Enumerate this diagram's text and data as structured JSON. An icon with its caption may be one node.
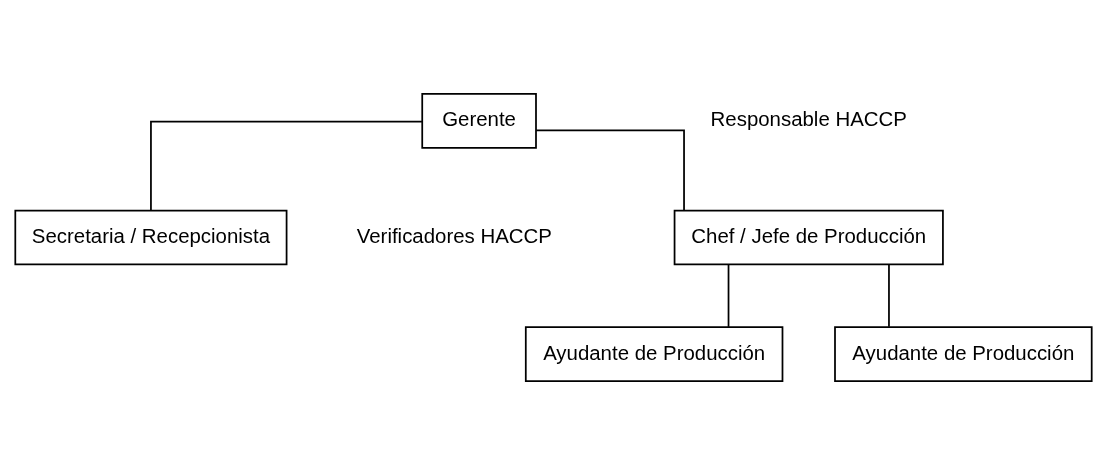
{
  "diagram": {
    "nodes": [
      {
        "text": [
          "Gerente"
        ]
      },
      {
        "text": [
          "Chef / Jefe de Producción"
        ]
      },
      {
        "text": [
          "Secretaria / Recepcionista"
        ]
      },
      {
        "text": [
          "Ayudante de Producción"
        ]
      },
      {
        "text": [
          "Ayudante de Producción"
        ]
      }
    ],
    "edges": [
      {
        "from": 0,
        "to": 1,
        "arrow": "none"
      },
      {
        "from": 0,
        "to": 2,
        "arrow": "none"
      },
      {
        "from": 1,
        "to": 3,
        "arrow": "none"
      },
      {
        "from": 1,
        "to": 4,
        "arrow": "none"
      }
    ],
    "labels": [
      "Responsable HACCP",
      "Verificadores HACCP"
    ]
  }
}
